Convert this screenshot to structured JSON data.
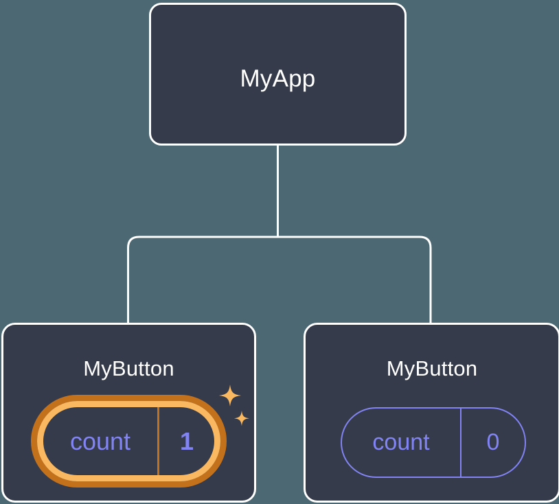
{
  "diagram": {
    "type": "component-tree",
    "background_color": "#4c6872",
    "node_fill": "#353b4a",
    "node_border": "#ffffff",
    "connector_color": "#ffffff",
    "state_color": "#8184f2",
    "highlight_outer_color": "#c4711c",
    "highlight_inner_color": "#fab960",
    "root": {
      "name": "root-node",
      "title": "MyApp"
    },
    "children": [
      {
        "name": "child-node-left",
        "title": "MyButton",
        "highlighted": true,
        "state": {
          "key": "count",
          "value": "1"
        },
        "sparkle_icons": [
          "sparkle-large-icon",
          "sparkle-small-icon"
        ]
      },
      {
        "name": "child-node-right",
        "title": "MyButton",
        "highlighted": false,
        "state": {
          "key": "count",
          "value": "0"
        }
      }
    ]
  }
}
